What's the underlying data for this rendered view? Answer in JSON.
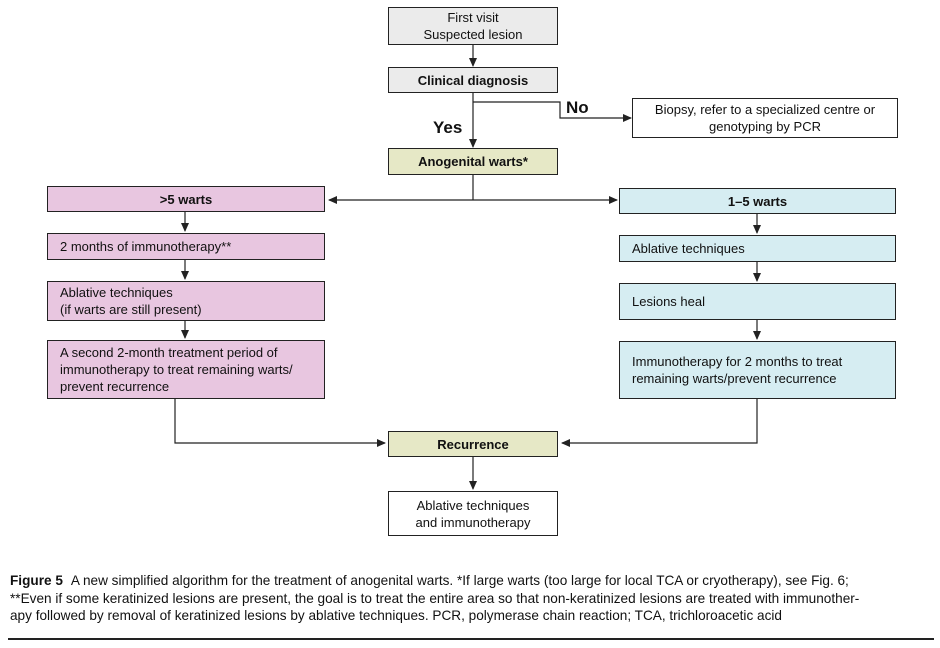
{
  "nodes": {
    "first_visit": [
      "First visit",
      "Suspected lesion"
    ],
    "clinical_diagnosis": "Clinical diagnosis",
    "biopsy": [
      "Biopsy, refer to a specialized centre or",
      "genotyping by PCR"
    ],
    "anogenital_warts": "Anogenital warts*",
    "more_than_5": ">5 warts",
    "one_to_5": "1–5 warts",
    "left_immuno": "2 months of immunotherapy**",
    "left_ablative": [
      "Ablative techniques",
      "(if warts are still present)"
    ],
    "left_second": [
      "A second 2-month treatment period of",
      "immunotherapy to treat remaining warts/",
      "prevent recurrence"
    ],
    "right_ablative": "Ablative techniques",
    "right_heal": "Lesions heal",
    "right_immuno": [
      "Immunotherapy for 2 months to treat",
      "remaining warts/prevent recurrence"
    ],
    "recurrence": "Recurrence",
    "final": [
      "Ablative techniques",
      "and immunotherapy"
    ]
  },
  "edge_labels": {
    "no": "No",
    "yes": "Yes"
  },
  "caption": {
    "label": "Figure 5",
    "lines": [
      "A new simplified algorithm for the treatment of anogenital warts. *If large warts (too large for local TCA or cryotherapy), see Fig. 6;",
      "**Even if some keratinized lesions are present, the goal is to treat the entire area so that non-keratinized lesions are treated with immunother-",
      "apy followed by removal of keratinized lesions by ablative techniques. PCR, polymerase chain reaction; TCA, trichloroacetic acid"
    ]
  },
  "colors": {
    "grey_fill": "#ebebeb",
    "olive_fill": "#e6e8c6",
    "pink_fill": "#e8c6e0",
    "blue_fill": "#d6edf2",
    "line": "#222222"
  }
}
